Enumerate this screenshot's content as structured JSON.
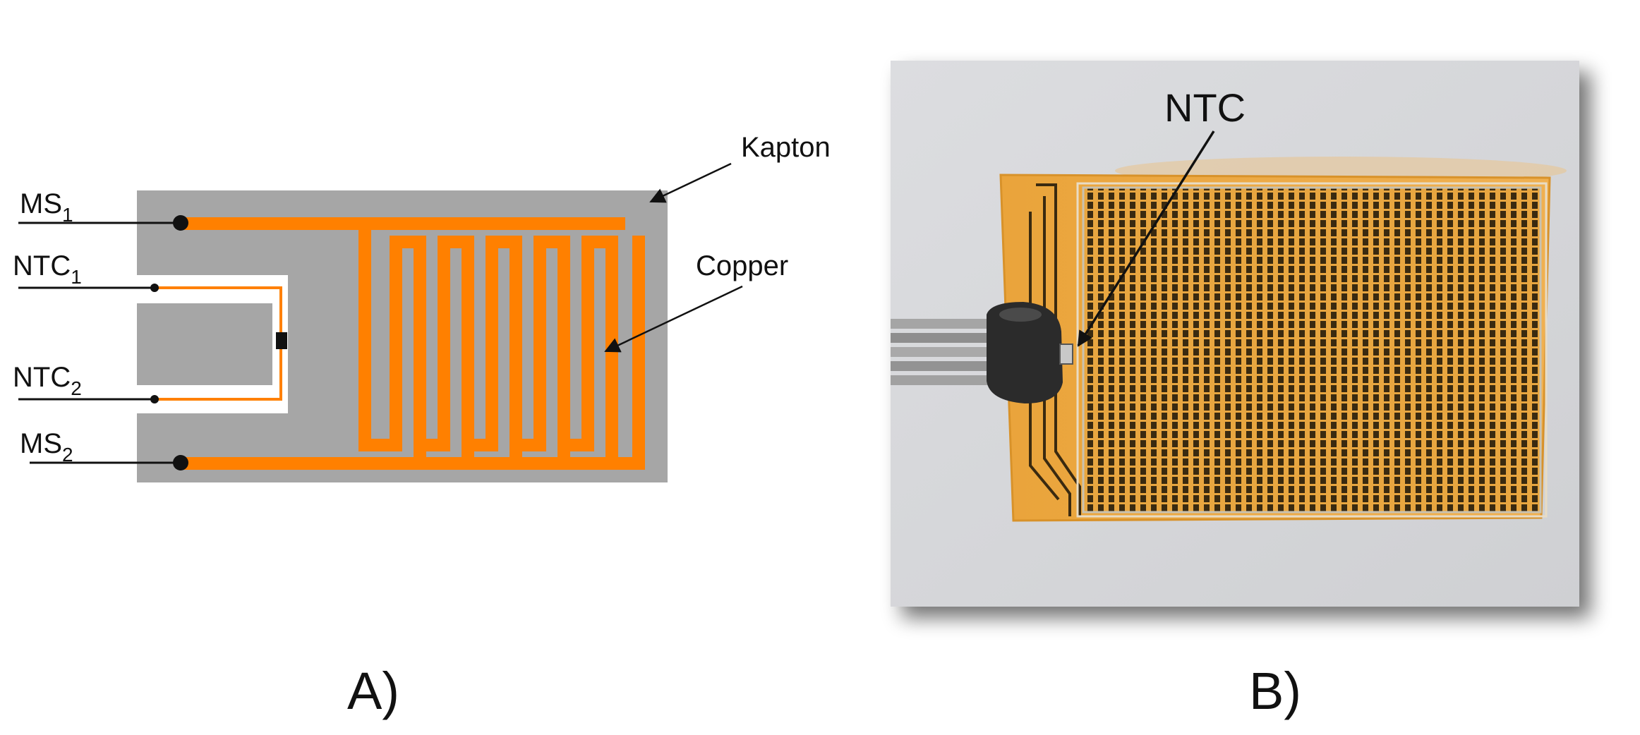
{
  "panel_a": {
    "label": "A)",
    "terminals": [
      {
        "id": "ms1",
        "base": "MS",
        "sub": "1"
      },
      {
        "id": "ntc1",
        "base": "NTC",
        "sub": "1"
      },
      {
        "id": "ntc2",
        "base": "NTC",
        "sub": "2"
      },
      {
        "id": "ms2",
        "base": "MS",
        "sub": "2"
      }
    ],
    "callouts": {
      "kapton": "Kapton",
      "copper": "Copper"
    },
    "colors": {
      "kapton": "#a6a6a6",
      "copper": "#ff8000",
      "cutout": "#ffffff",
      "wire": "#111111"
    }
  },
  "panel_b": {
    "label": "B)",
    "callout": "NTC",
    "colors": {
      "background": "#d9dadc",
      "film": "#e8a640",
      "grid_line": "#3a2a10",
      "probe": "#2b2b2b",
      "cable": "#9a9a9a"
    }
  }
}
